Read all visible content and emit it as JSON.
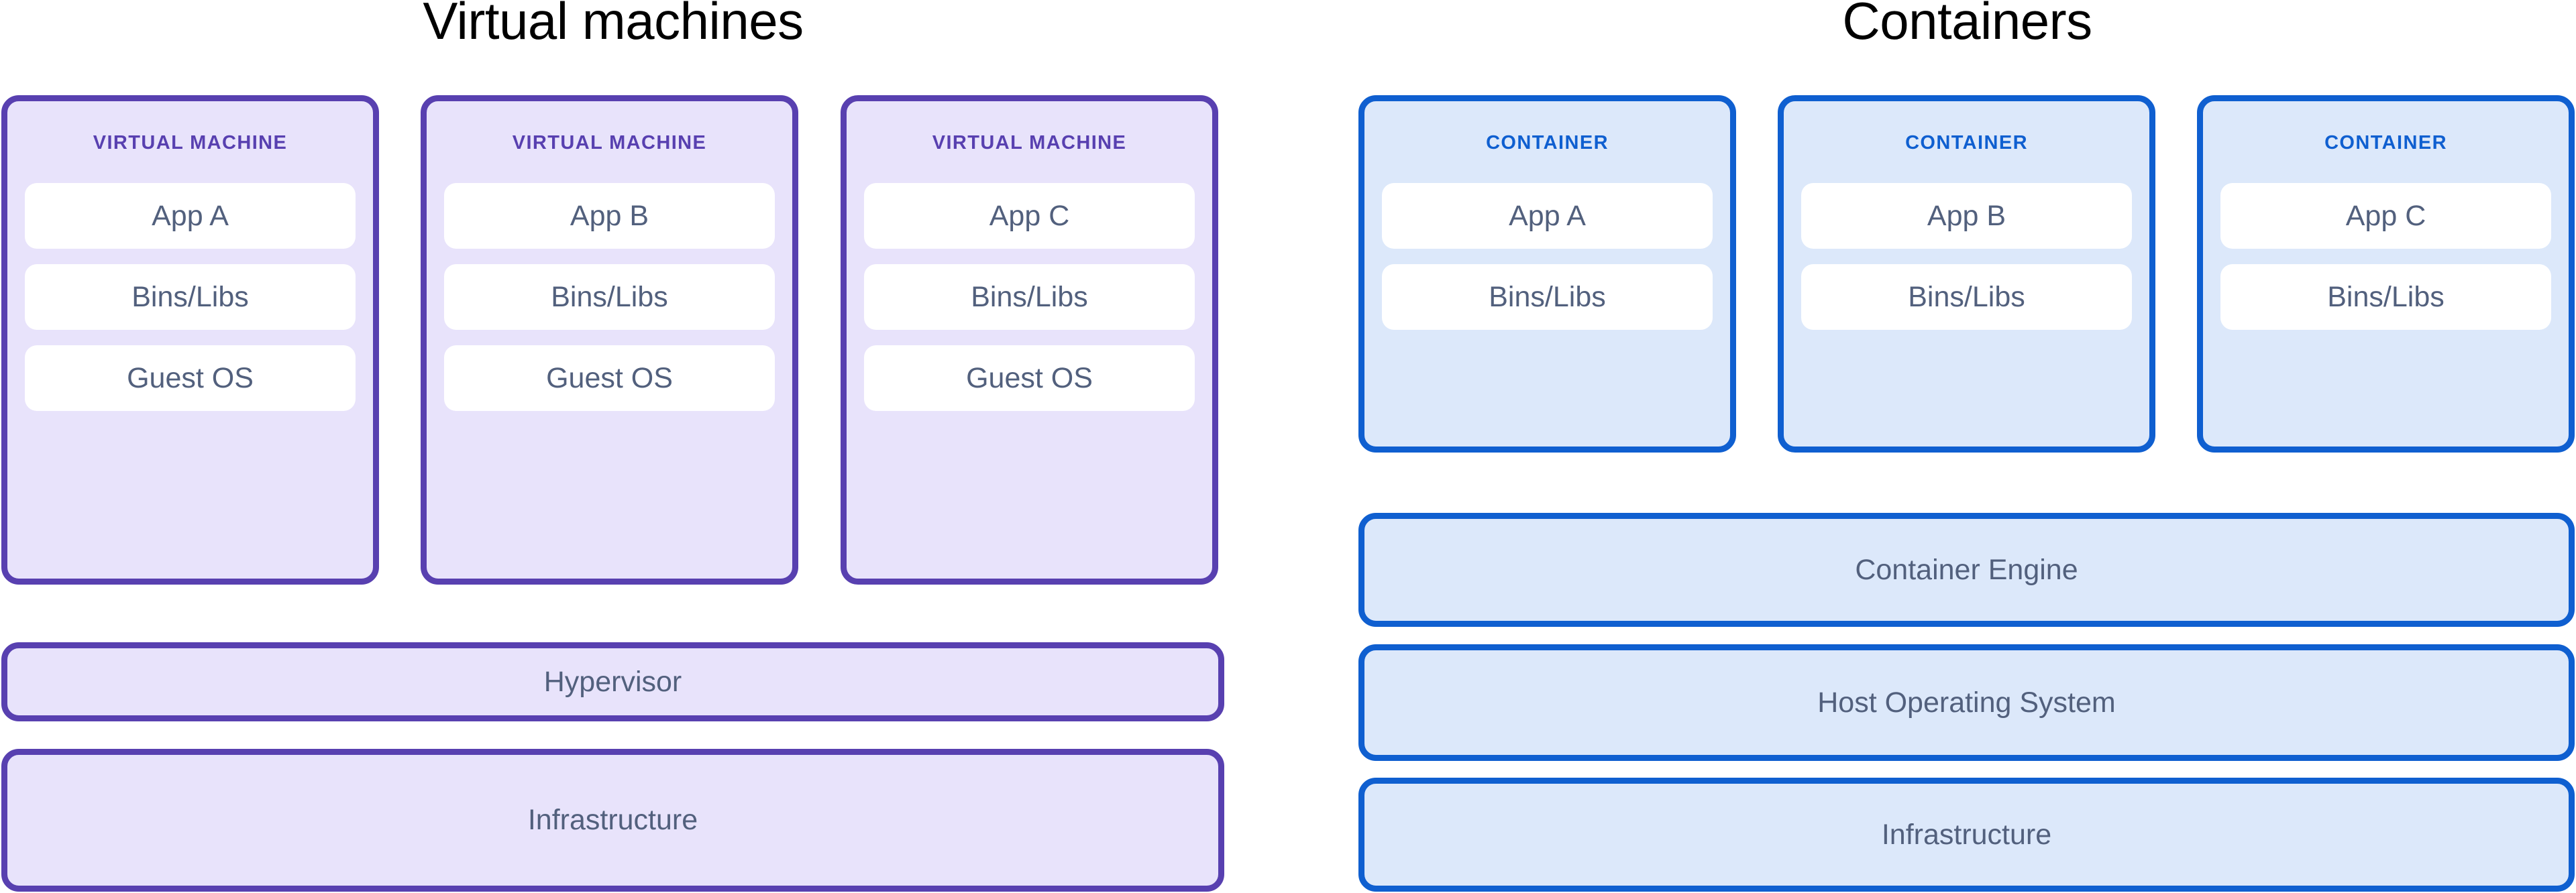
{
  "columns": {
    "vm": {
      "title": "Virtual machines",
      "accent_color": "#5840B0",
      "fill_color": "#E8E3FB",
      "card_label": "VIRTUAL MACHINE",
      "cards": [
        {
          "label": "VIRTUAL MACHINE",
          "layers": [
            "App A",
            "Bins/Libs",
            "Guest OS"
          ]
        },
        {
          "label": "VIRTUAL MACHINE",
          "layers": [
            "App B",
            "Bins/Libs",
            "Guest OS"
          ]
        },
        {
          "label": "VIRTUAL MACHINE",
          "layers": [
            "App C",
            "Bins/Libs",
            "Guest OS"
          ]
        }
      ],
      "base_layers": [
        "Hypervisor",
        "Infrastructure"
      ]
    },
    "containers": {
      "title": "Containers",
      "accent_color": "#0F5FD0",
      "fill_color": "#DCE8FA",
      "card_label": "CONTAINER",
      "cards": [
        {
          "label": "CONTAINER",
          "layers": [
            "App A",
            "Bins/Libs"
          ]
        },
        {
          "label": "CONTAINER",
          "layers": [
            "App B",
            "Bins/Libs"
          ]
        },
        {
          "label": "CONTAINER",
          "layers": [
            "App C",
            "Bins/Libs"
          ]
        }
      ],
      "base_layers": [
        "Container Engine",
        "Host Operating System",
        "Infrastructure"
      ]
    }
  },
  "text_color": "#52607D"
}
